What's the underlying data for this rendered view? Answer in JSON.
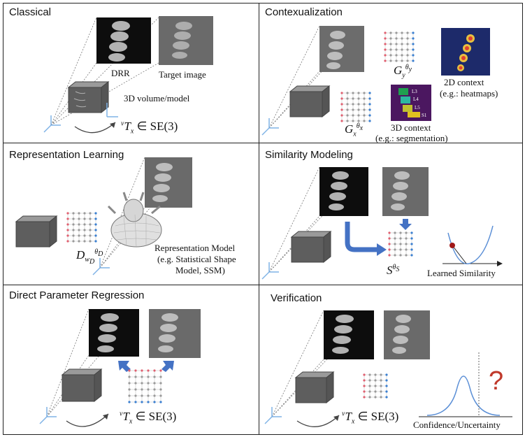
{
  "panels": {
    "classical": {
      "title": "Classical",
      "drr_label": "DRR",
      "target_label": "Target image",
      "volume_label": "3D volume/model",
      "transform_prefix": "T",
      "transform_rest": " ∈ SE(3)"
    },
    "contextualization": {
      "title": "Contexualization",
      "context2d_label": "2D context",
      "context2d_example": "(e.g.: heatmaps)",
      "context3d_label": "3D context",
      "context3d_example": "(e.g.: segmentation)",
      "gy": "G",
      "gy_sub": "y",
      "gy_sup": "θ",
      "gy_sup_sub": "y",
      "gx": "G",
      "gx_sub": "x",
      "gx_sup": "θ",
      "gx_sup_sub": "x",
      "seg_labels": [
        "L3",
        "L4",
        "L5",
        "S1"
      ]
    },
    "representation": {
      "title": "Representation Learning",
      "model_label_1": "Representation Model",
      "model_label_2": "(e.g. Statistical Shape",
      "model_label_3": "Model, SSM)",
      "d_symbol": "D"
    },
    "similarity": {
      "title": "Similarity Modeling",
      "s_symbol": "S",
      "curve_label": "Learned Similarity"
    },
    "regression": {
      "title": "Direct Parameter Regression",
      "transform_prefix": "T",
      "transform_rest": " ∈ SE(3)"
    },
    "verification": {
      "title": "Verification",
      "transform_prefix": "T",
      "transform_rest": " ∈ SE(3)",
      "question_mark": "?",
      "curve_label": "Confidence/Uncertainty"
    }
  },
  "colors": {
    "arrow_blue": "#4472c4",
    "question_red": "#c0392b",
    "curve_blue": "#5b8fd6",
    "dot_red": "#a01818",
    "node_red": "#e06070",
    "node_blue": "#3a7fd0"
  }
}
